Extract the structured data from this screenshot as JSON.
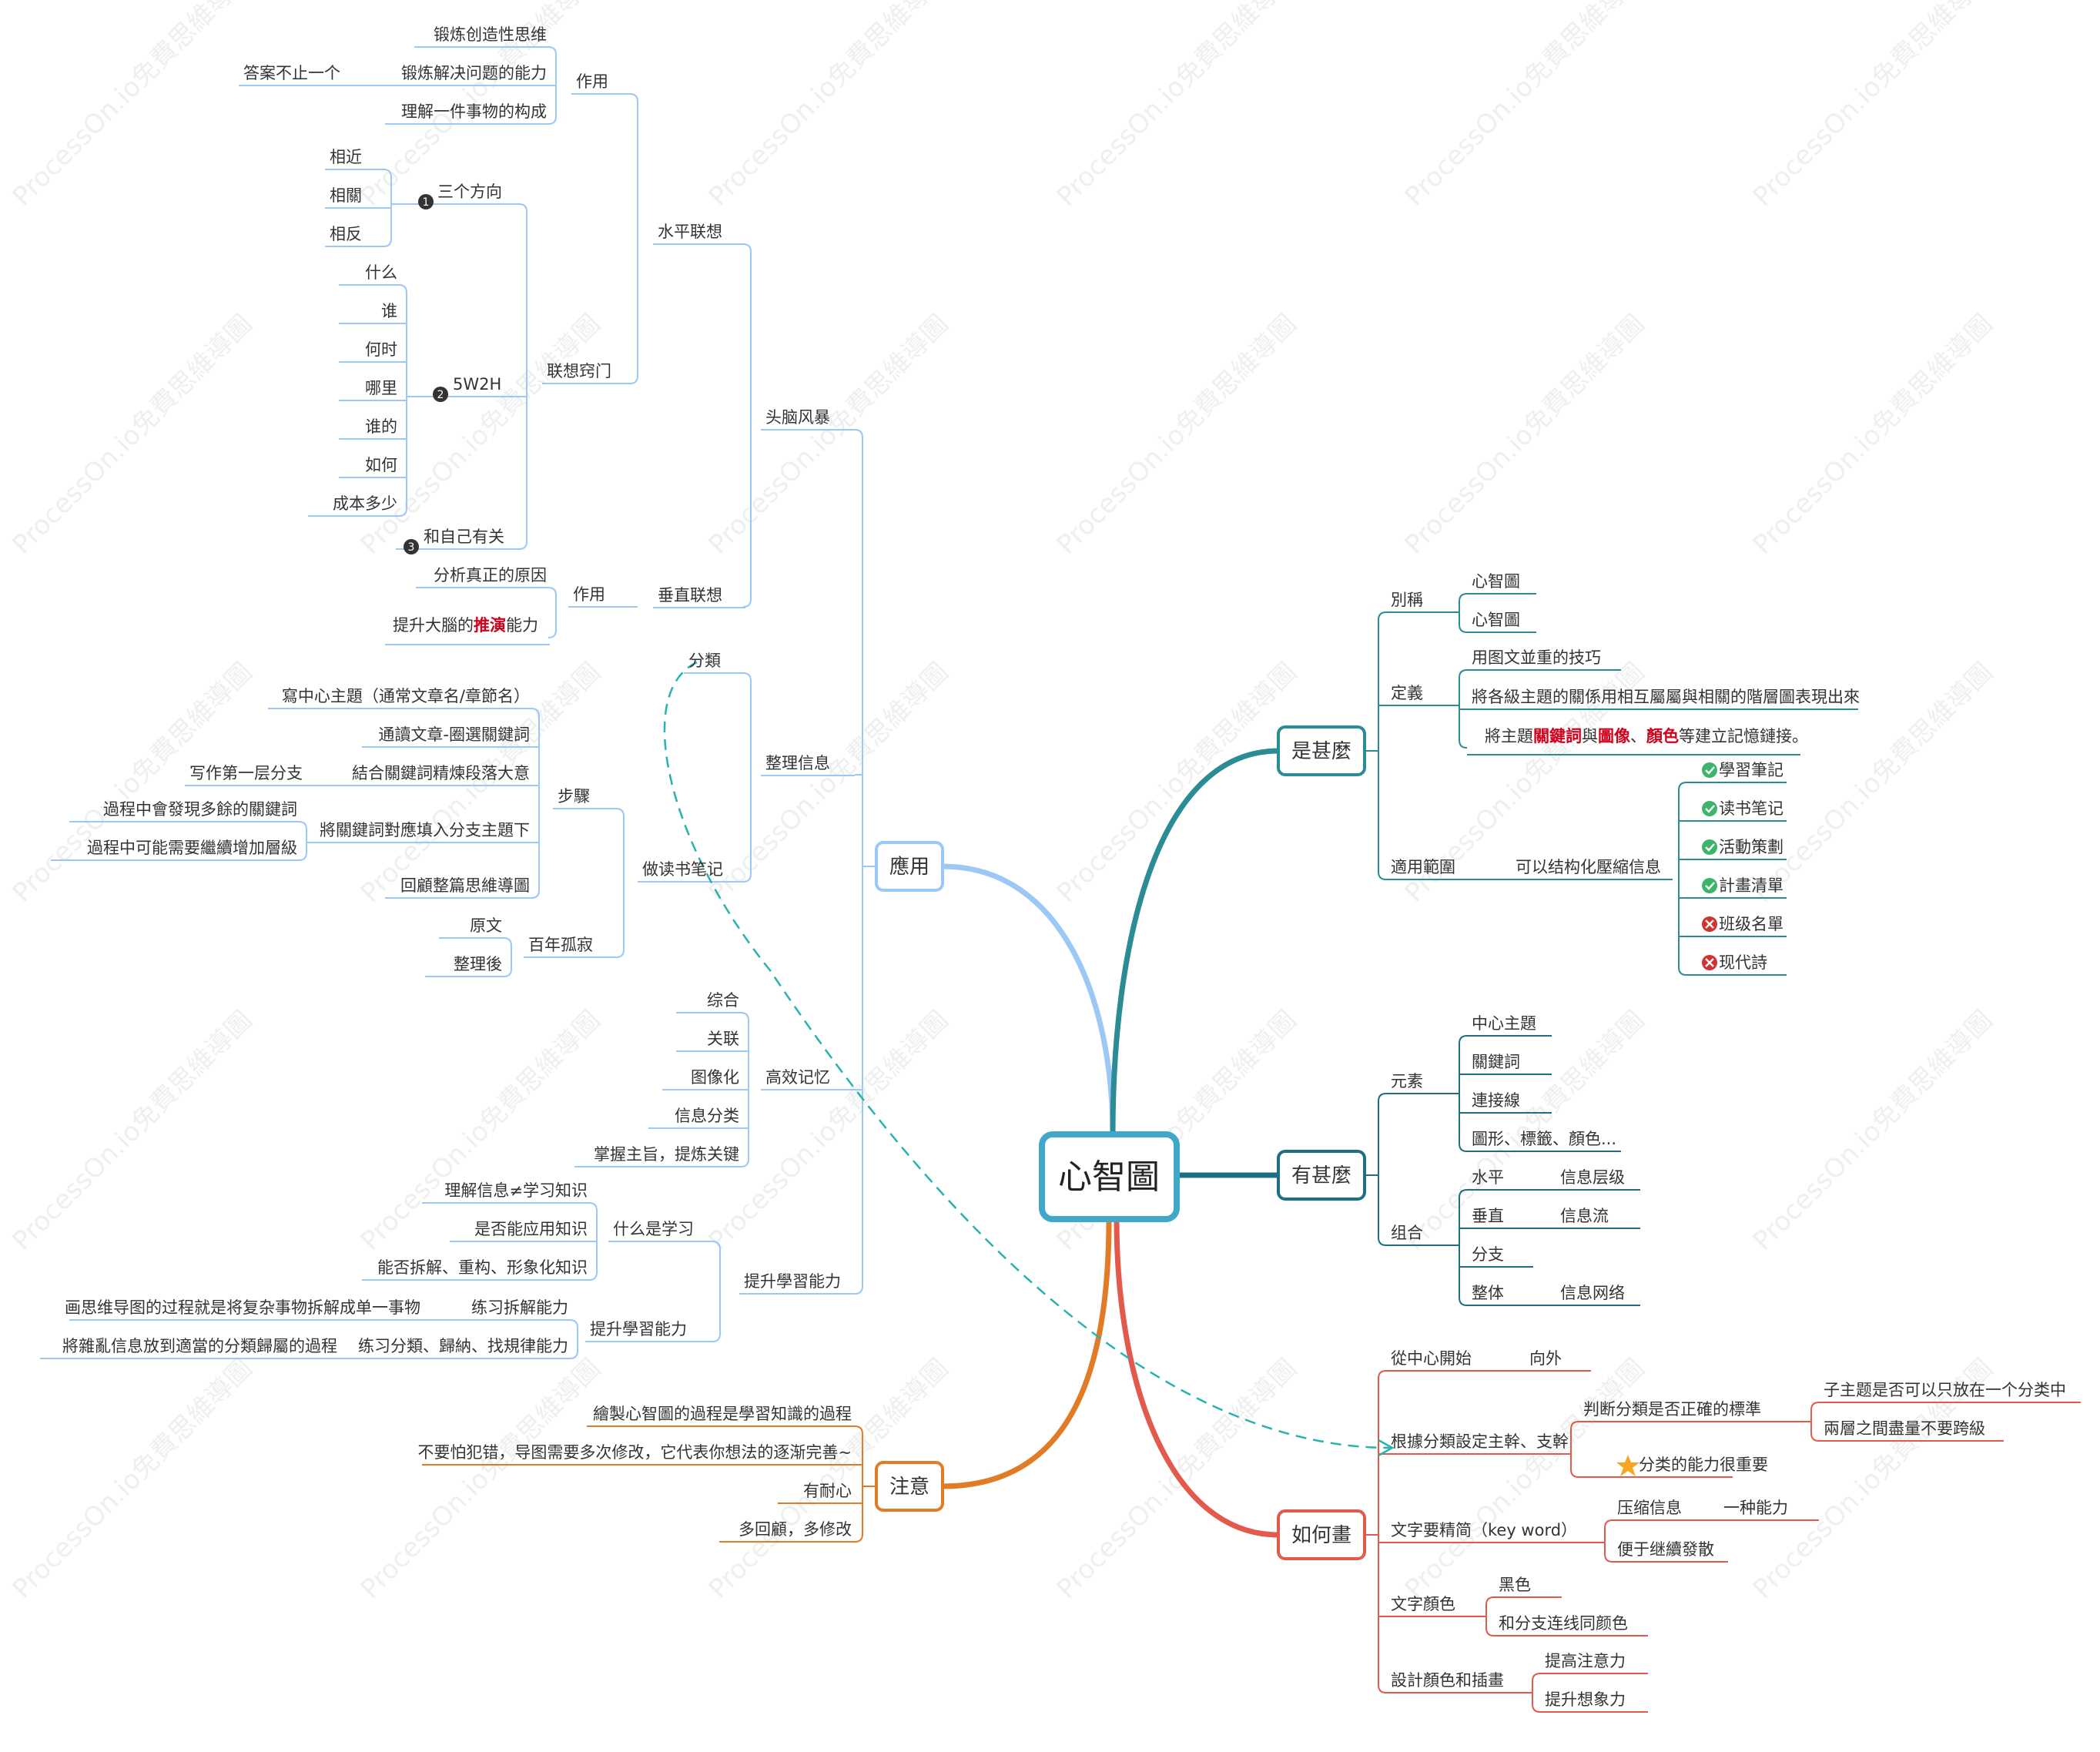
{
  "colors": {
    "app": "#9CC8F5",
    "what": "#2B8C96",
    "has": "#1E6F84",
    "how": "#E35A4C",
    "note": "#E27B25",
    "ok": "#3CB56A",
    "no": "#D33030",
    "emph": "#D0021B",
    "star": "#F5A623",
    "dash": "#26B3AE"
  },
  "watermark": "ProcessOn.io免費思維導圖",
  "center": "心智圖",
  "branches": {
    "app": {
      "label": "應用"
    },
    "what": {
      "label": "是甚麼"
    },
    "has": {
      "label": "有甚麼"
    },
    "how": {
      "label": "如何畫"
    },
    "note": {
      "label": "注意"
    }
  },
  "app": {
    "brain": "头脑风暴",
    "horiz": "水平联想",
    "use1": "作用",
    "use1_items": [
      "锻炼创造性思维",
      "锻炼解决问题的能力",
      "理解一件事物的构成"
    ],
    "answer": "答案不止一个",
    "tips": "联想窍门",
    "dir3": "三个方向",
    "dir3_items": [
      "相近",
      "相關",
      "相反"
    ],
    "w5": "5W2H",
    "w5_items": [
      "什么",
      "谁",
      "何时",
      "哪里",
      "谁的",
      "如何",
      "成本多少"
    ],
    "self": "和自己有关",
    "vert": "垂直联想",
    "use2": "作用",
    "use2_a": "分析真正的原因",
    "use2_b1": "提升大腦的",
    "use2_b2": "推演",
    "use2_b3": "能力",
    "org": "整理信息",
    "cls": "分類",
    "read": "做读书笔记",
    "steps": "步驟",
    "steps_items": [
      "寫中心主題（通常文章名/章節名）",
      "通讀文章-圈選關鍵詞",
      "結合關鍵詞精煉段落大意",
      "將關鍵詞對應填入分支主題下",
      "回顧整篇思維導圖"
    ],
    "first": "写作第一层分支",
    "sub1": "過程中會發現多餘的關鍵詞",
    "sub2": "過程中可能需要繼續增加層級",
    "bn": "百年孤寂",
    "bn_items": [
      "原文",
      "整理後"
    ],
    "mem": "高效记忆",
    "mem_items": [
      "综合",
      "关联",
      "图像化",
      "信息分类",
      "掌握主旨，提炼关键"
    ],
    "learn": "提升學習能力",
    "what_learn": "什么是学习",
    "wl_items": [
      "理解信息≠学习知识",
      "是否能应用知识",
      "能否拆解、重构、形象化知识"
    ],
    "learn2": "提升學習能力",
    "l2a": "练习拆解能力",
    "l2a_note": "画思维导图的过程就是将复杂事物拆解成单一事物",
    "l2b": "练习分類、歸納、找規律能力",
    "l2b_note": "將雜亂信息放到適當的分類歸屬的過程"
  },
  "what": {
    "alias": "別稱",
    "alias_items": [
      "心智圖",
      "心智圖"
    ],
    "def": "定義",
    "def1": "用图文並重的技巧",
    "def2": "將各級主題的關係用相互屬屬與相關的階層圖表現出來",
    "def3_a": "將主題",
    "def3_b": "關鍵詞",
    "def3_c": "與",
    "def3_d": "圖像",
    "def3_e": "、",
    "def3_f": "顏色",
    "def3_g": "等建立記憶鏈接。",
    "scope": "適用範圍",
    "scope_sub": "可以结构化壓縮信息",
    "scope_items": [
      "學習筆記",
      "读书笔记",
      "活動策劃",
      "計畫清單",
      "班级名單",
      "现代詩"
    ]
  },
  "has": {
    "elem": "元素",
    "elem_items": [
      "中心主題",
      "關鍵詞",
      "連接線",
      "圖形、標籤、顏色..."
    ],
    "combo": "组合",
    "combo_items": [
      "水平",
      "垂直",
      "分支",
      "整体"
    ],
    "combo_notes": [
      "信息层级",
      "信息流",
      "信息网络"
    ]
  },
  "how": {
    "start": "從中心開始",
    "out": "向外",
    "trunk": "根據分類設定主幹、支幹",
    "judge": "判断分類是否正確的標準",
    "j1": "子主题是否可以只放在一个分类中",
    "j2": "兩層之間盡量不要跨級",
    "imp": "分类的能力很重要",
    "kw": "文字要精简（key word）",
    "kw1": "压缩信息",
    "kw1b": "一种能力",
    "kw2": "便于继續發散",
    "color": "文字顏色",
    "color_items": [
      "黑色",
      "和分支连线同颜色"
    ],
    "design": "設計顏色和插畫",
    "design_items": [
      "提高注意力",
      "提升想象力"
    ]
  },
  "note": {
    "items": [
      "繪製心智圖的過程是學習知識的過程",
      "不要怕犯错，导图需要多次修改，它代表你想法的逐渐完善~",
      "有耐心",
      "多回顧，多修改"
    ]
  }
}
